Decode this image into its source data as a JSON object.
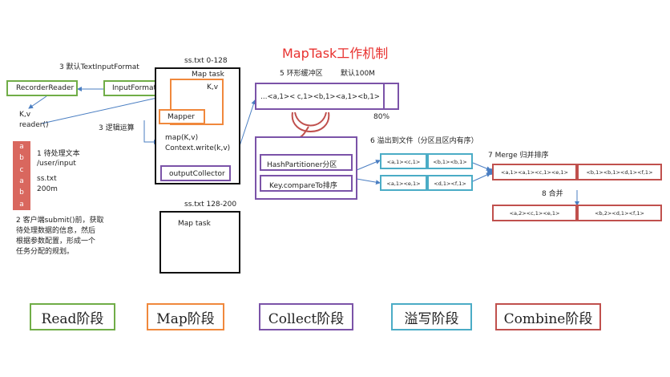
{
  "title": "MapTask工作机制",
  "labels": {
    "input_format_default": "3 默认TextInputFormat",
    "ss_txt_0_128": "ss.txt 0-128",
    "ss_txt_128_200": "ss.txt 128-200",
    "ring_buffer": "5 环形缓冲区",
    "default_100m": "默认100M",
    "percent_80": "80%",
    "spill_to_file": "6 溢出到文件（分区且区内有序）",
    "merge_sort": "7 Merge 归并排序",
    "combine": "8 合并",
    "logic_op": "3 逻辑运算",
    "kv_left": "K,v",
    "reader_call": "reader()",
    "kv_right": "K,v"
  },
  "step1": {
    "line1": "1 待处理文本",
    "line2": "/user/input",
    "line3": "ss.txt",
    "line4": "200m"
  },
  "step2_lines": [
    "2 客户端submit()前，获取",
    "待处理数据的信息，然后",
    "根据参数配置，形成一个",
    "任务分配的规划。"
  ],
  "file_chars": [
    "a",
    "b",
    "c",
    "a",
    "b",
    "a"
  ],
  "boxes": {
    "record_reader": "RecorderReader",
    "input_format": "InputFormat",
    "map_task_top": "Map task",
    "mapper": "Mapper",
    "map_kv": "map(K,v)",
    "context_write": "Context.write(k,v)",
    "output_collector": "outputCollector",
    "map_task_bottom": "Map task",
    "buffer_content": "…<a,1>< c,1><b,1><a,1><b,1>",
    "hash_partitioner": "HashPartitioner分区",
    "key_compare": "Key.compareTo排序"
  },
  "spill_cells": {
    "row1_a": "<a,1><c,1>",
    "row1_b": "<b,1><b,1>",
    "row2_a": "<a,1><e,1>",
    "row2_b": "<d,1><f,1>"
  },
  "merge_cells": {
    "a": "<a,1><a,1><c,1><e,1>",
    "b": "<b,1><b,1><d,1><f,1>"
  },
  "combine_cells": {
    "a": "<a,2><c,1><e,1>",
    "b": "<b,2><d,1><f,1>"
  },
  "legend": {
    "read": "Read阶段",
    "map": "Map阶段",
    "collect": "Collect阶段",
    "spill": "溢写阶段",
    "combine": "Combine阶段"
  },
  "colors": {
    "title": "#e8312f",
    "green": "#70ad47",
    "orange": "#f0883c",
    "purple": "#7b53a8",
    "teal": "#4bacc6",
    "red": "#c0504d",
    "arrow": "#4a7ec2"
  }
}
